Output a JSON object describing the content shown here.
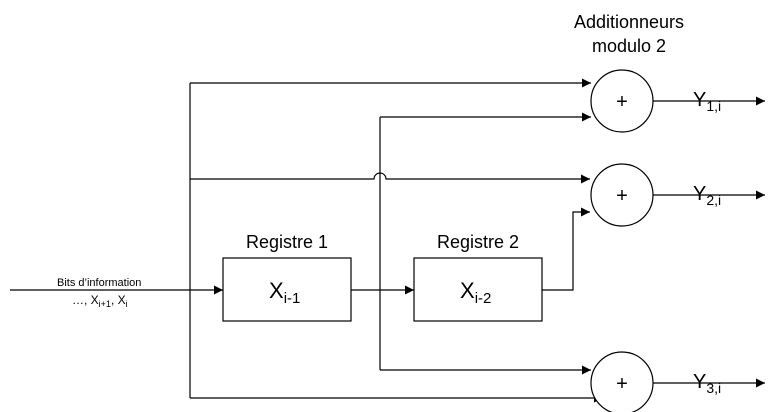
{
  "title": {
    "line1": "Additionneurs",
    "line2": "modulo 2"
  },
  "input": {
    "label": "Bits d’information",
    "seq_prefix": "…, X",
    "seq_sub1": "i+1",
    "seq_mid": ", X",
    "seq_sub2": "i"
  },
  "registers": [
    {
      "label": "Registre 1",
      "var": "X",
      "sub": "i-1"
    },
    {
      "label": "Registre 2",
      "var": "X",
      "sub": "i-2"
    }
  ],
  "adder_symbol": "+",
  "outputs": [
    {
      "var": "Y",
      "sub": "1,i"
    },
    {
      "var": "Y",
      "sub": "2,i"
    },
    {
      "var": "Y",
      "sub": "3,i"
    }
  ]
}
